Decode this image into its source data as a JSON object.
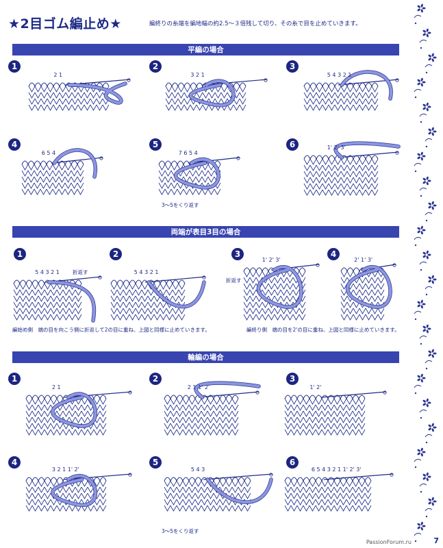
{
  "title": "★2目ゴム編止め★",
  "intro": "編終りの糸端を編地幅の約2.5〜３倍残して切り、その糸で目を止めていきます。",
  "sections": [
    {
      "heading": "平編の場合"
    },
    {
      "heading": "両端が表目3目の場合"
    },
    {
      "heading": "輪編の場合"
    }
  ],
  "steps": [
    "1",
    "2",
    "3",
    "4",
    "5",
    "6"
  ],
  "labels": {
    "s1_p1": "2 1",
    "s1_p2": "3 2 1",
    "s1_p3": "5 4 3 2 1",
    "s1_p4": "6 5 4",
    "s1_p5": "7 6 5 4",
    "s1_p6": "1' 2' 3'",
    "s2_p1": "5 4 3 2 1",
    "s2_p2": "5 4 3 2 1",
    "s2_p3": "1' 2' 3'",
    "s2_p4": "2' 1' 3'",
    "s3_p1": "2 1",
    "s3_p2": "2 1 1' 2'",
    "s3_p3": "1' 2'",
    "s3_p4": "3 2 1 1' 2'",
    "s3_p5": "5 4 3",
    "s3_p6": "6 5 4 3 2 1 1' 2' 3'"
  },
  "notes": {
    "repeat_flat": "3〜5をくり返す",
    "fold_a": "折返す",
    "fold_b": "折返す",
    "cap_start": "編始め側　端の目を向こう側に折返して2の目に重ね、上図と同様に止めていきます。",
    "cap_end": "編終り側　端の目を2'の目に重ね、上図と同様に止めていきます。",
    "repeat_round": "3〜5をくり返す"
  },
  "footer": "PassionForum.ru",
  "page_mark": "7",
  "colors": {
    "yarn": "#8c96e0",
    "yarn_stroke": "#2a3590",
    "ink": "#1c2a86",
    "bar": "#3844b0"
  }
}
